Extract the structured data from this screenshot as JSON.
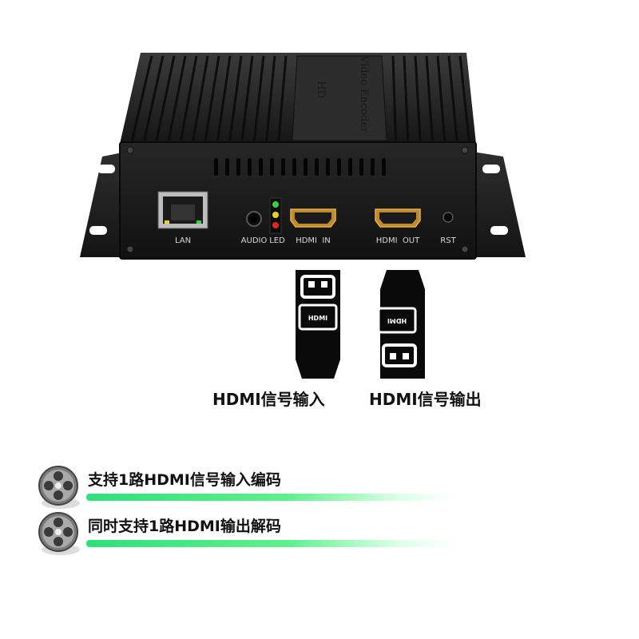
{
  "device": {
    "lid_text": "Video Encoder",
    "lid_badge": "HD",
    "ports": {
      "lan": "LAN",
      "audio": "AUDIO",
      "led": "LED",
      "hdmi_in": "HDMI  IN",
      "hdmi_out": "HDMI  OUT",
      "rst": "RST"
    },
    "cable_badge": "HDMI"
  },
  "captions": {
    "hdmi_input": "HDMI信号输入",
    "hdmi_output": "HDMI信号输出"
  },
  "features": [
    {
      "text": "支持1路HDMI信号输入编码",
      "icon": "film-reel-icon"
    },
    {
      "text": "同时支持1路HDMI输出解码",
      "icon": "film-reel-icon"
    }
  ],
  "colors": {
    "accent_bar": "#3ee37f",
    "device_body": "#1c1c1c",
    "led_green": "#37d23c",
    "led_yellow": "#e8d21e",
    "led_red": "#e02a1e"
  }
}
